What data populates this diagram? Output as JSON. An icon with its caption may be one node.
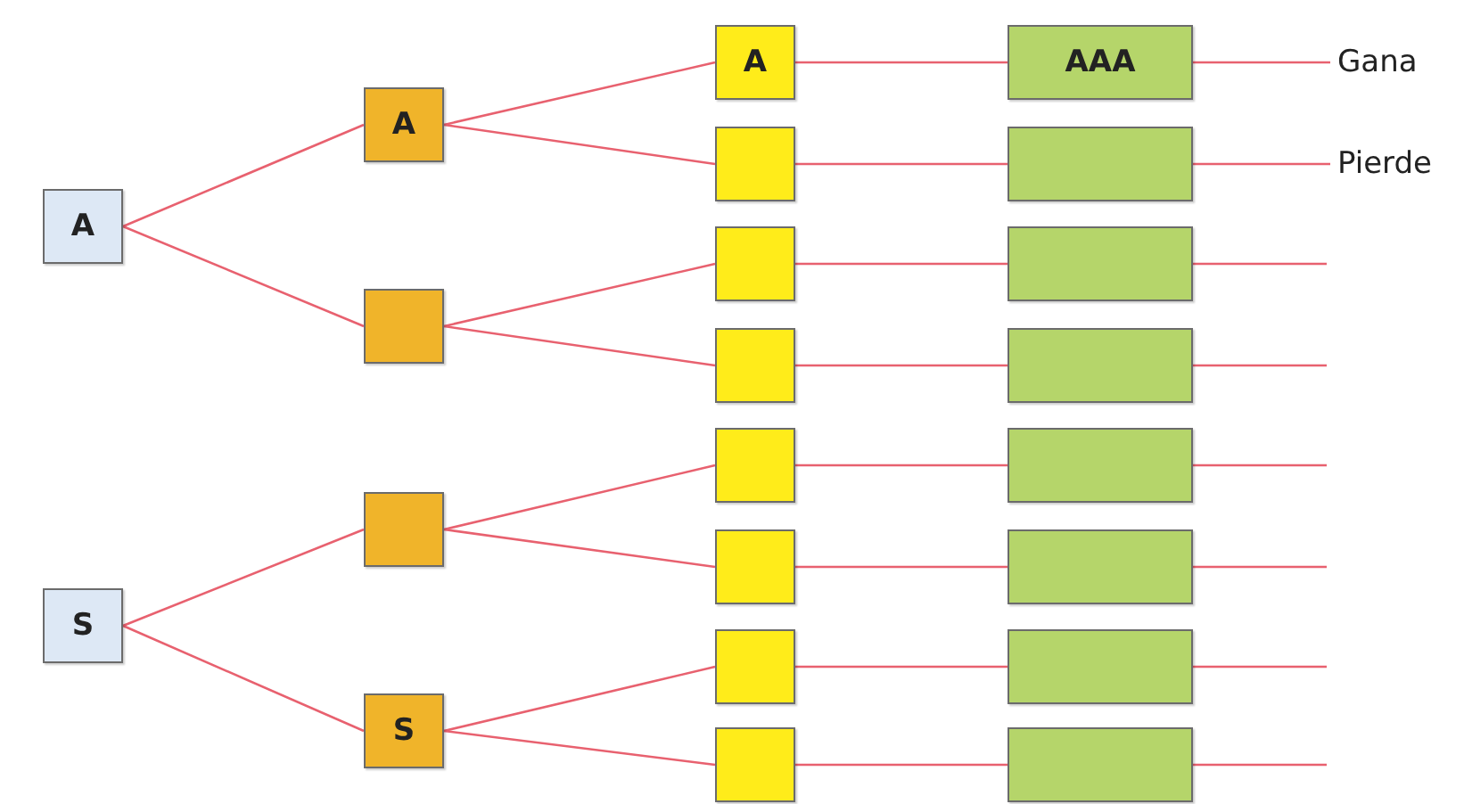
{
  "diagram": {
    "nodes": [
      {
        "text": [
          "A"
        ]
      },
      {
        "text": [
          "S"
        ]
      },
      {
        "text": [
          "A"
        ]
      },
      {
        "text": [],
        "shape": "box"
      },
      {
        "text": [],
        "shape": "box"
      },
      {
        "text": [
          "S"
        ]
      },
      {
        "text": [
          "A"
        ]
      },
      {
        "text": [],
        "shape": "box"
      },
      {
        "text": [],
        "shape": "box"
      },
      {
        "text": [],
        "shape": "box"
      },
      {
        "text": [],
        "shape": "box"
      },
      {
        "text": [],
        "shape": "box"
      },
      {
        "text": [],
        "shape": "box"
      },
      {
        "text": [],
        "shape": "box"
      },
      {
        "text": [
          "AAA"
        ]
      },
      {
        "text": [],
        "shape": "box"
      },
      {
        "text": [],
        "shape": "box"
      },
      {
        "text": [],
        "shape": "box"
      },
      {
        "text": [],
        "shape": "box"
      },
      {
        "text": [],
        "shape": "box"
      },
      {
        "text": [],
        "shape": "box"
      },
      {
        "text": [],
        "shape": "box"
      },
      {
        "text": [
          "Gana"
        ]
      },
      {
        "text": [
          "Pierde"
        ]
      }
    ],
    "edges": [
      {
        "from": 0,
        "to": 2,
        "arrow": "none"
      },
      {
        "from": 0,
        "to": 3,
        "arrow": "none"
      },
      {
        "from": 1,
        "to": 4,
        "arrow": "none"
      },
      {
        "from": 1,
        "to": 5,
        "arrow": "none"
      },
      {
        "from": 2,
        "to": 6,
        "arrow": "none"
      },
      {
        "from": 2,
        "to": 7,
        "arrow": "none"
      },
      {
        "from": 3,
        "to": 8,
        "arrow": "none"
      },
      {
        "from": 3,
        "to": 9,
        "arrow": "none"
      },
      {
        "from": 4,
        "to": 10,
        "arrow": "none"
      },
      {
        "from": 4,
        "to": 11,
        "arrow": "none"
      },
      {
        "from": 5,
        "to": 12,
        "arrow": "none"
      },
      {
        "from": 5,
        "to": 13,
        "arrow": "none"
      },
      {
        "from": 6,
        "to": 14,
        "arrow": "none"
      },
      {
        "from": 7,
        "to": 15,
        "arrow": "none"
      },
      {
        "from": 8,
        "to": 16,
        "arrow": "none"
      },
      {
        "from": 9,
        "to": 17,
        "arrow": "none"
      },
      {
        "from": 10,
        "to": 18,
        "arrow": "none"
      },
      {
        "from": 11,
        "to": 19,
        "arrow": "none"
      },
      {
        "from": 12,
        "to": 20,
        "arrow": "none"
      },
      {
        "from": 13,
        "to": 21,
        "arrow": "none"
      },
      {
        "from": 14,
        "to": 22,
        "arrow": "none"
      },
      {
        "from": 15,
        "to": 23,
        "arrow": "none"
      },
      {
        "from": 16,
        "to": null,
        "arrow": "none"
      },
      {
        "from": 17,
        "to": null,
        "arrow": "none"
      },
      {
        "from": 18,
        "to": null,
        "arrow": "none"
      },
      {
        "from": 19,
        "to": null,
        "arrow": "none"
      },
      {
        "from": 20,
        "to": null,
        "arrow": "none"
      },
      {
        "from": 21,
        "to": null,
        "arrow": "none"
      }
    ]
  }
}
